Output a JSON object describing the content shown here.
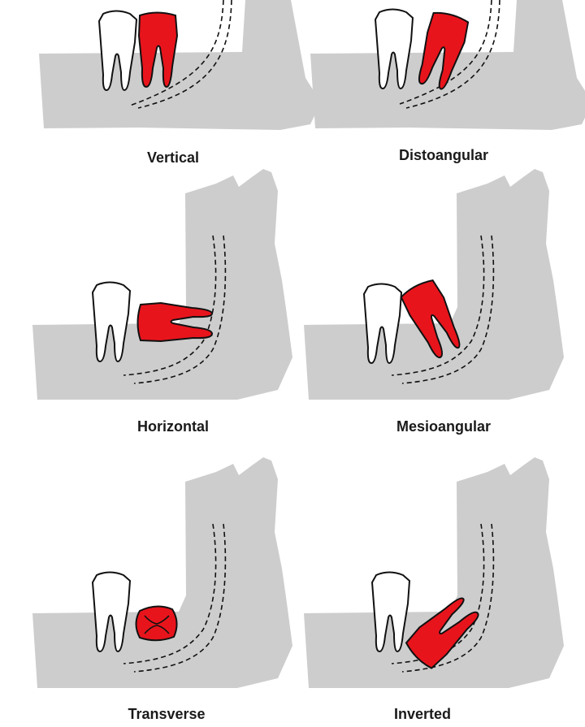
{
  "panels": [
    {
      "label": "Vertical"
    },
    {
      "label": "Distoangular"
    },
    {
      "label": "Horizontal"
    },
    {
      "label": "Mesioangular"
    },
    {
      "label": "Transverse"
    },
    {
      "label": "Inverted"
    }
  ],
  "colors": {
    "bone": "#cdcdcd",
    "impacted_tooth": "#e8141c",
    "normal_tooth": "#ffffff",
    "outline": "#111111"
  }
}
